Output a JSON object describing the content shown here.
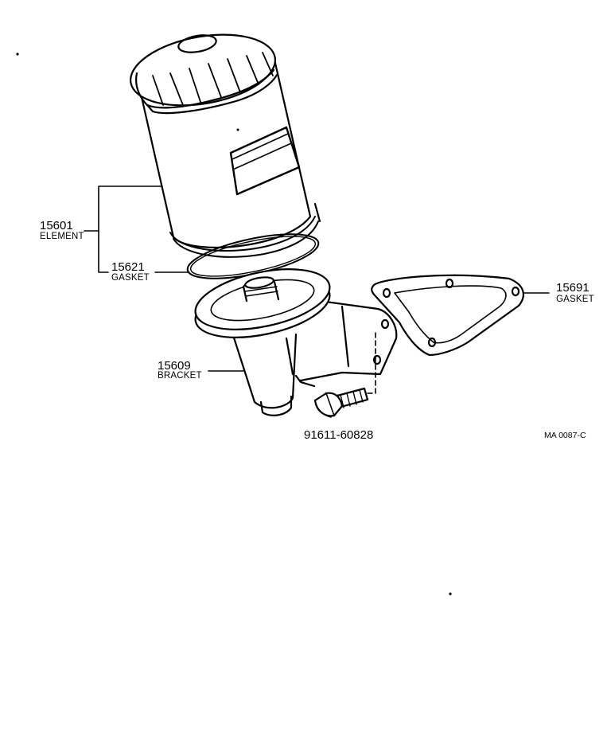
{
  "parts": [
    {
      "number": "15601",
      "name": "ELEMENT"
    },
    {
      "number": "15621",
      "name": "GASKET"
    },
    {
      "number": "15691",
      "name": "GASKET"
    },
    {
      "number": "15609",
      "name": "BRACKET"
    },
    {
      "number": "91611-60828",
      "name": ""
    }
  ],
  "diagram_code": "MA 0087-C",
  "colors": {
    "ink": "#000000",
    "paper": "#ffffff"
  }
}
